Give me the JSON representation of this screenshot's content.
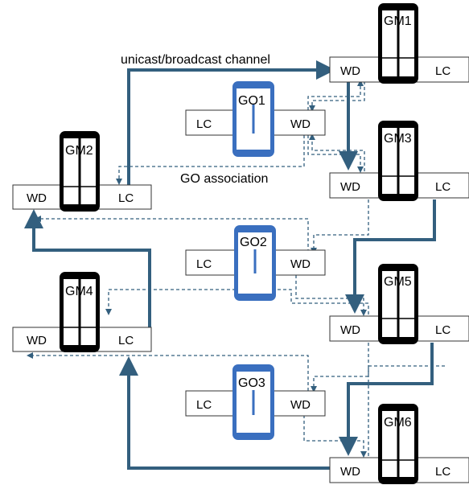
{
  "colors": {
    "link": "#335f7e",
    "go_phone": "#3a6fbf",
    "gm_phone": "#000000",
    "box_border": "#333333"
  },
  "labels": {
    "wd": "WD",
    "lc": "LC",
    "unicast_channel": "unicast/broadcast channel",
    "go_association": "GO association"
  },
  "devices": {
    "gm1": "GM1",
    "gm2": "GM2",
    "gm3": "GM3",
    "gm4": "GM4",
    "gm5": "GM5",
    "gm6": "GM6",
    "go1": "GO1",
    "go2": "GO2",
    "go3": "GO3"
  }
}
